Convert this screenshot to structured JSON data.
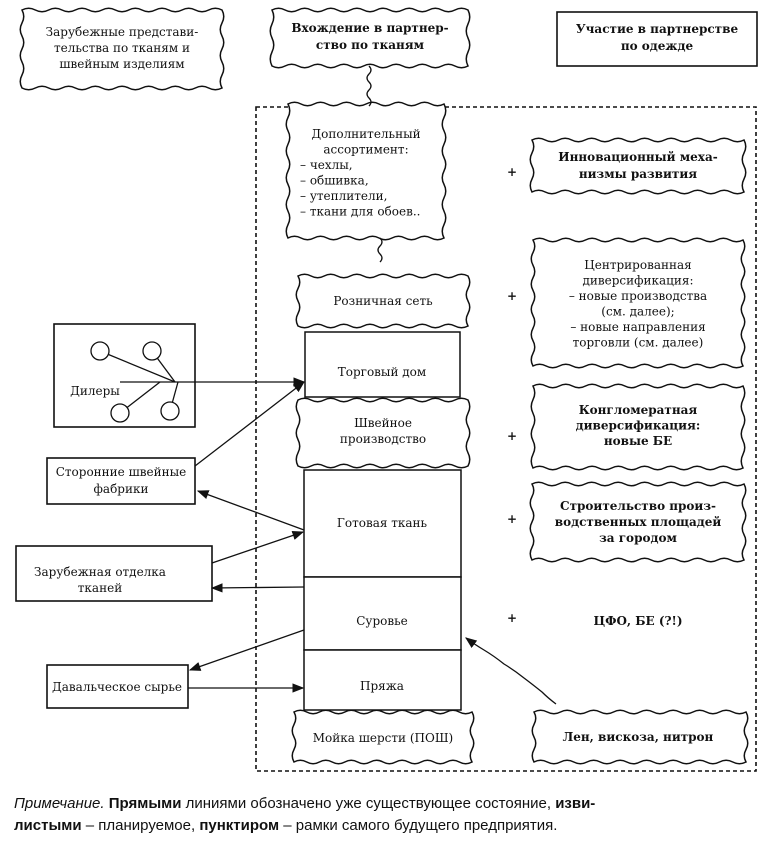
{
  "nodes": {
    "foreign_reps": [
      "Зарубежные представи-",
      "тельства по тканям и",
      "швейным изделиям"
    ],
    "fabric_partnership": [
      "Вхождение в партнер-",
      "ство по тканям"
    ],
    "clothing_partnership": [
      "Участие в партнерстве",
      "по одежде"
    ],
    "extra_assortment": [
      "Дополнительный",
      "ассортимент:",
      "–   чехлы,",
      "–   обшивка,",
      "–   утеплители,",
      "–   ткани для обоев.."
    ],
    "innovation": [
      "Инновационный меха-",
      "низмы развития"
    ],
    "retail": [
      "Розничная сеть"
    ],
    "centered_div": [
      "Центрированная",
      "диверсификация:",
      "–  новые производства",
      "(см. далее);",
      "–  новые направления",
      "торговли (см. далее)"
    ],
    "trade_house": [
      "Торговый дом"
    ],
    "dealers": [
      "Дилеры"
    ],
    "sewing": [
      "Швейное",
      "производство"
    ],
    "conglomerate": [
      "Конгломератная",
      "диверсификация:",
      "новые БЕ"
    ],
    "third_party": [
      "Сторонние швейные",
      "фабрики"
    ],
    "finished_fabric": [
      "Готовая ткань"
    ],
    "construction": [
      "Строительство произ-",
      "водственных площадей",
      "за городом"
    ],
    "foreign_finishing": [
      "Зарубежная отделка",
      "тканей"
    ],
    "raw": [
      "Суровье"
    ],
    "cfo": [
      "ЦФО, БЕ (?!)"
    ],
    "tolling": [
      "Давальческое сырье"
    ],
    "yarn": [
      "Пряжа"
    ],
    "wool_wash": [
      "Мойка шерсти (ПОШ)"
    ],
    "fibers": [
      "Лен, вискоза, нитрон"
    ]
  },
  "plus": "+",
  "note": {
    "prefix": "Примечание.",
    "w1": "Прямыми",
    "t1": "линиями обозначено уже существующее состояние,",
    "w2": "изви-",
    "w3": "листыми",
    "t2": "– планируемое,",
    "w4": "пунктиром",
    "t3": "– рамки самого будущего предприятия."
  }
}
